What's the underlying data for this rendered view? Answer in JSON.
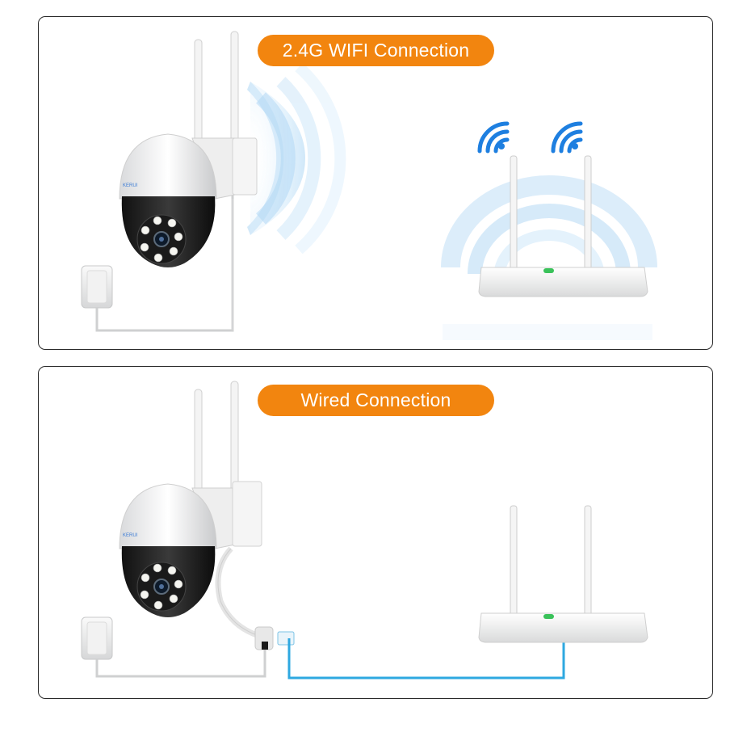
{
  "panels": [
    {
      "id": "wifi",
      "label": "2.4G WIFI Connection"
    },
    {
      "id": "wired",
      "label": "Wired Connection"
    }
  ],
  "camera": {
    "logo": "KERUI"
  },
  "colors": {
    "label_bg": "#f2850f",
    "label_text": "#ffffff",
    "wifi_signal": "#1e7fe0",
    "signal_wave": "#bfe0f7",
    "ethernet_cable": "#2ea8e0",
    "router_led": "#3ac25a",
    "panel_border": "#2a2a2a"
  },
  "icons": [
    "ptz-camera-icon",
    "power-adapter-icon",
    "wifi-router-icon",
    "wifi-signal-icon",
    "ethernet-cable-icon"
  ]
}
